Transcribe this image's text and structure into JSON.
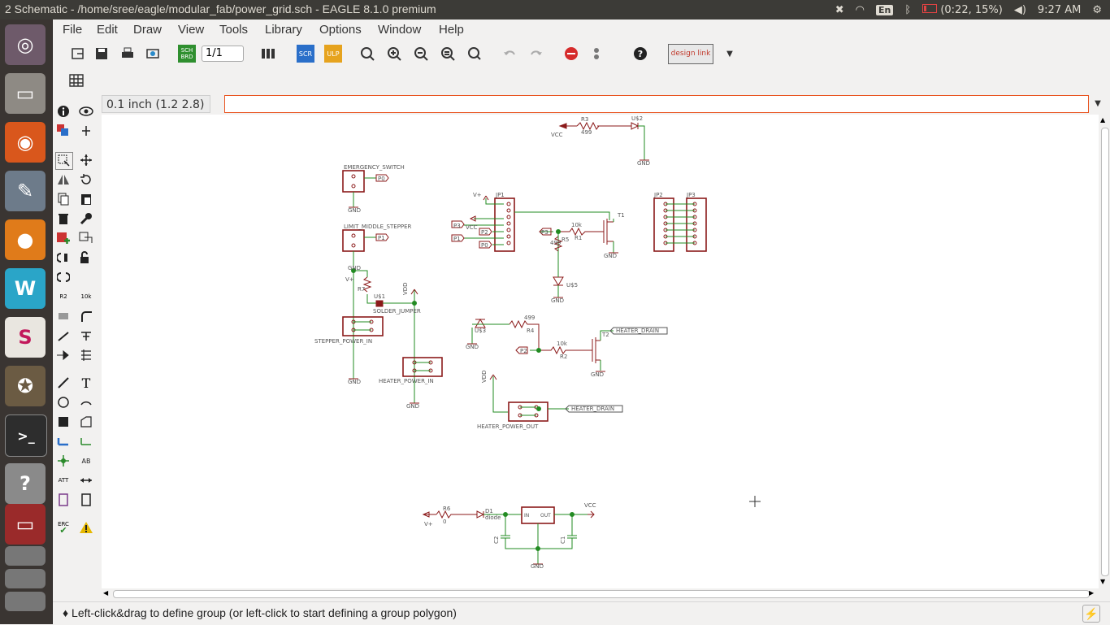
{
  "window_title": "2 Schematic - /home/sree/eagle/modular_fab/power_grid.sch - EAGLE 8.1.0 premium",
  "tray": {
    "lang": "En",
    "battery": "(0:22, 15%)",
    "clock": "9:27 AM"
  },
  "menu": [
    "File",
    "Edit",
    "Draw",
    "View",
    "Tools",
    "Library",
    "Options",
    "Window",
    "Help"
  ],
  "toolbar": {
    "sheet": "1/1",
    "sch_brd": "SCH BRD",
    "scr": "SCR",
    "ulp": "ULP",
    "design_link": "design link",
    "help": "?"
  },
  "coord_display": "0.1 inch (1.2 2.8)",
  "command_input": "",
  "status_message": "♦ Left-click&drag to define group (or left-click to start defining a group polygon)",
  "lefttools_labels": {
    "r2": "R2",
    "v10k": "10k",
    "erc": "ERC",
    "text": "T",
    "ab": "AB",
    "att": "ATT"
  },
  "schematic": {
    "labels": {
      "vcc_top": "VCC",
      "r3": "R3",
      "r3v": "499",
      "u2": "U$2",
      "gnd_top": "GND",
      "emergency": "EMERGENCY_SWITCH",
      "p0a": "P0",
      "gnd_em": "GND",
      "limit": "LIMIT_MIDDLE_STEPPER",
      "p1a": "P1",
      "gnd_lim": "GND",
      "vplus_a": "V+",
      "r7": "R7",
      "u1": "U$1",
      "solder": "SOLDER_JUMPER",
      "vdd_a": "VDD",
      "stepper": "STEPPER_POWER_IN",
      "gnd_st": "GND",
      "heater_in": "HEATER_POWER_IN",
      "gnd_hi": "GND",
      "vplus_jp1": "V+",
      "jp1": "JP1",
      "p3a": "P3",
      "vcc_jp1": "VCC",
      "p2a": "P2",
      "p1b": "P1",
      "p0b": "P0",
      "p3b": "P3",
      "r1v": "10k",
      "r1": "R1",
      "r5": "R5",
      "r5v": "499",
      "t1": "T1",
      "gnd_t1": "GND",
      "u5": "U$5",
      "gnd_u5": "GND",
      "jp2": "JP2",
      "jp3": "JP3",
      "u3": "U$3",
      "r4v": "499",
      "r4": "R4",
      "gnd_u3": "GND",
      "p2b": "P2",
      "r2v": "10k",
      "r2": "R2",
      "t2": "T2",
      "heater_drain1": "HEATER_DRAIN",
      "gnd_t2": "GND",
      "vdd_b": "VDD",
      "heater_out": "HEATER_POWER_OUT",
      "heater_drain2": "HEATER_DRAIN",
      "vplus_b": "V+",
      "r6": "R6",
      "r6v": "0",
      "d1": "D1",
      "d1v": "diode",
      "c2": "C2",
      "c1": "C1",
      "reg_in": "IN",
      "reg_out": "OUT",
      "vcc_b": "VCC",
      "gnd_reg": "GND"
    }
  },
  "colors": {
    "wire": "#228b22",
    "part": "#8b1a1a",
    "net": "#555555",
    "accent": "#e95420"
  }
}
